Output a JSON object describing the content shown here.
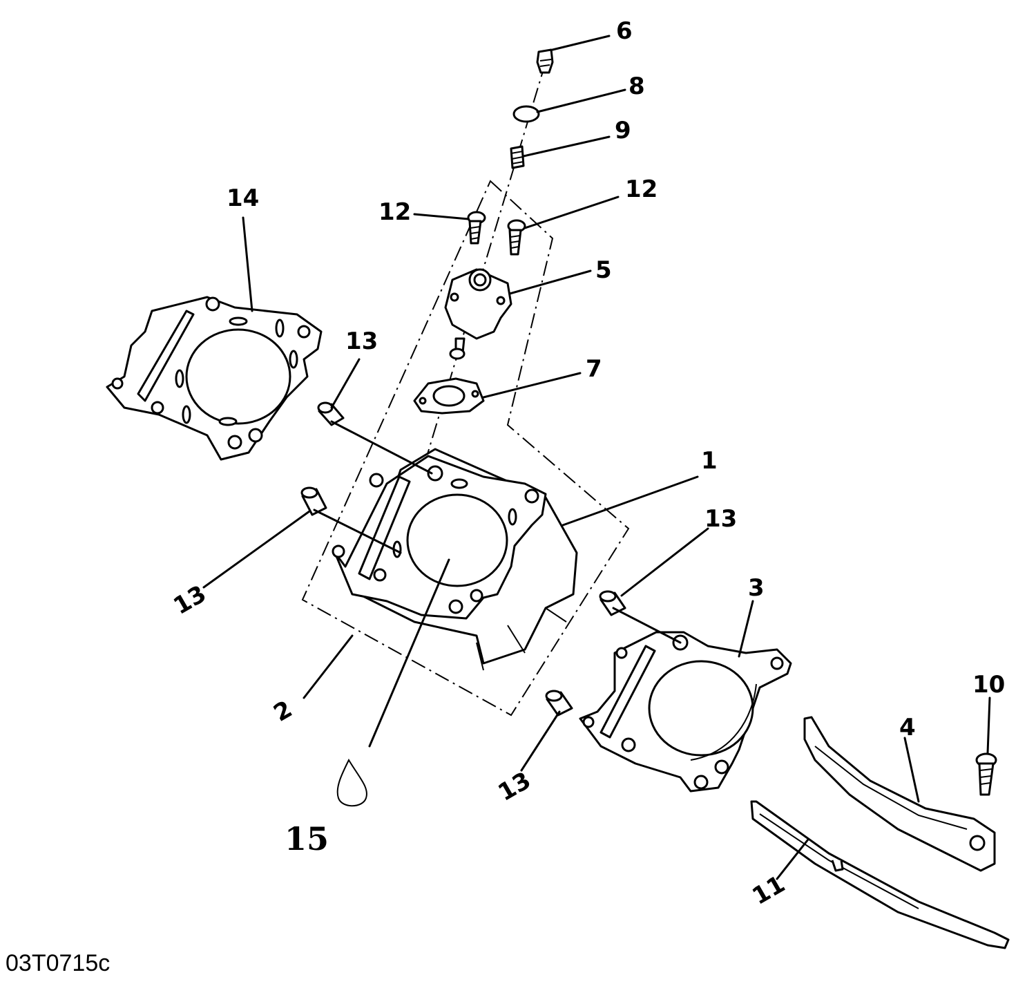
{
  "diagram": {
    "callouts": {
      "p1": "1",
      "p2": "2",
      "p3": "3",
      "p4": "4",
      "p5": "5",
      "p6": "6",
      "p7": "7",
      "p8": "8",
      "p9": "9",
      "p10": "10",
      "p11": "11",
      "p12a": "12",
      "p12b": "12",
      "p13a": "13",
      "p13b": "13",
      "p13c": "13",
      "p13d": "13",
      "p14": "14"
    },
    "note_number": "15",
    "drawing_code": "03T0715c"
  }
}
